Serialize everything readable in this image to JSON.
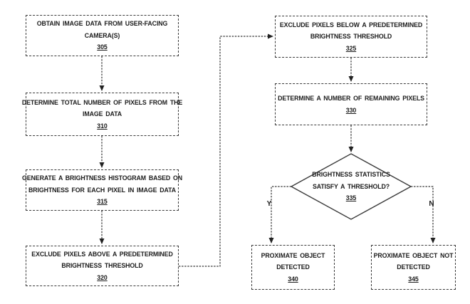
{
  "figure": {
    "line_color": "#333333",
    "border_color": "#3a3a3a",
    "text_color": "#1c1c1c",
    "background": "#ffffff"
  },
  "nodes": {
    "n305": {
      "lines": [
        "OBTAIN IMAGE DATA FROM USER-FACING",
        "CAMERA(S)"
      ],
      "ref": "305"
    },
    "n310": {
      "lines": [
        "DETERMINE TOTAL NUMBER OF PIXELS FROM THE",
        "IMAGE DATA"
      ],
      "ref": "310"
    },
    "n315": {
      "lines": [
        "GENERATE A BRIGHTNESS HISTOGRAM BASED ON",
        "BRIGHTNESS FOR EACH PIXEL IN IMAGE DATA"
      ],
      "ref": "315"
    },
    "n320": {
      "lines": [
        "EXCLUDE PIXELS ABOVE A PREDETERMINED",
        "BRIGHTNESS THRESHOLD"
      ],
      "ref": "320"
    },
    "n325": {
      "lines": [
        "EXCLUDE PIXELS BELOW A PREDETERMINED",
        "BRIGHTNESS THRESHOLD"
      ],
      "ref": "325"
    },
    "n330": {
      "lines": [
        "DETERMINE A NUMBER OF REMAINING PIXELS"
      ],
      "ref": "330"
    },
    "n335": {
      "lines": [
        "BRIGHTNESS STATISTICS",
        "SATISFY A THRESHOLD?"
      ],
      "ref": "335"
    },
    "n340": {
      "lines": [
        "PROXIMATE OBJECT",
        "DETECTED"
      ],
      "ref": "340"
    },
    "n345": {
      "lines": [
        "PROXIMATE OBJECT NOT",
        "DETECTED"
      ],
      "ref": "345"
    }
  },
  "branch_labels": {
    "yes": "Y",
    "no": "N"
  }
}
